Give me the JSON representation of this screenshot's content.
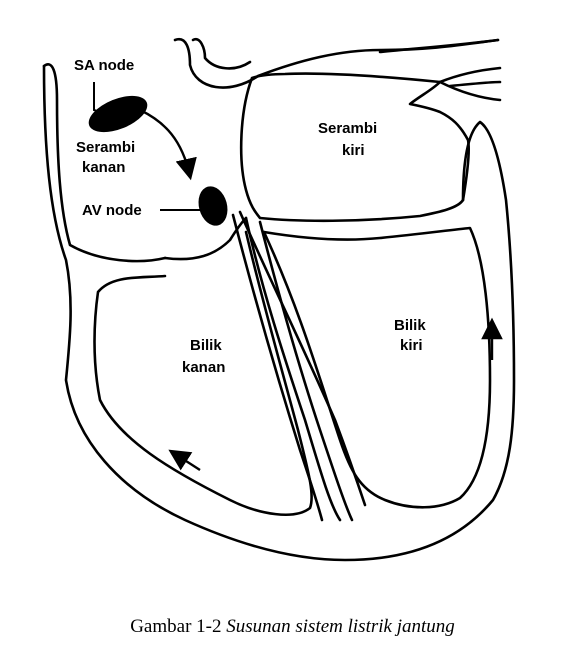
{
  "diagram": {
    "labels": {
      "sa_node": "SA node",
      "right_atrium_1": "Serambi",
      "right_atrium_2": "kanan",
      "av_node": "AV node",
      "left_atrium_1": "Serambi",
      "left_atrium_2": "kiri",
      "right_ventricle_1": "Bilik",
      "right_ventricle_2": "kanan",
      "left_ventricle_1": "Bilik",
      "left_ventricle_2": "kiri"
    },
    "stroke_color": "#000000",
    "node_color": "#000000"
  },
  "caption": {
    "prefix": "Gambar 1-2",
    "title": "Susunan sistem listrik jantung"
  }
}
